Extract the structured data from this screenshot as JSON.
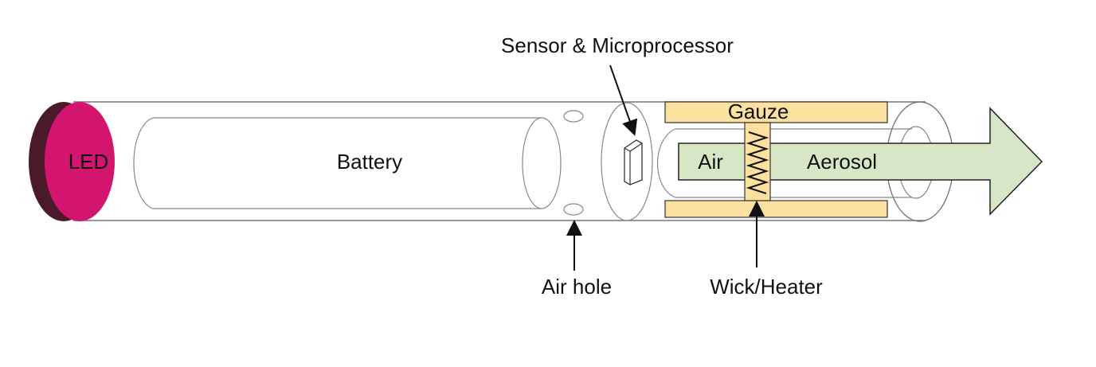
{
  "labels": {
    "led": "LED",
    "battery": "Battery",
    "sensor": "Sensor & Microprocessor",
    "gauze": "Gauze",
    "air": "Air",
    "aerosol": "Aerosol",
    "air_hole": "Air hole",
    "wick_heater": "Wick/Heater"
  },
  "colors": {
    "led_face": "#d4156f",
    "led_rim": "#4a1a2a",
    "gauze": "#fbe0a0",
    "gauze_stroke": "#333333",
    "airflow": "#d7e6c4",
    "airflow_stroke": "#222222",
    "outline": "#777777",
    "text": "#111111"
  },
  "icons": {
    "pointer": "arrow-icon",
    "coil": "heater-coil-icon"
  }
}
